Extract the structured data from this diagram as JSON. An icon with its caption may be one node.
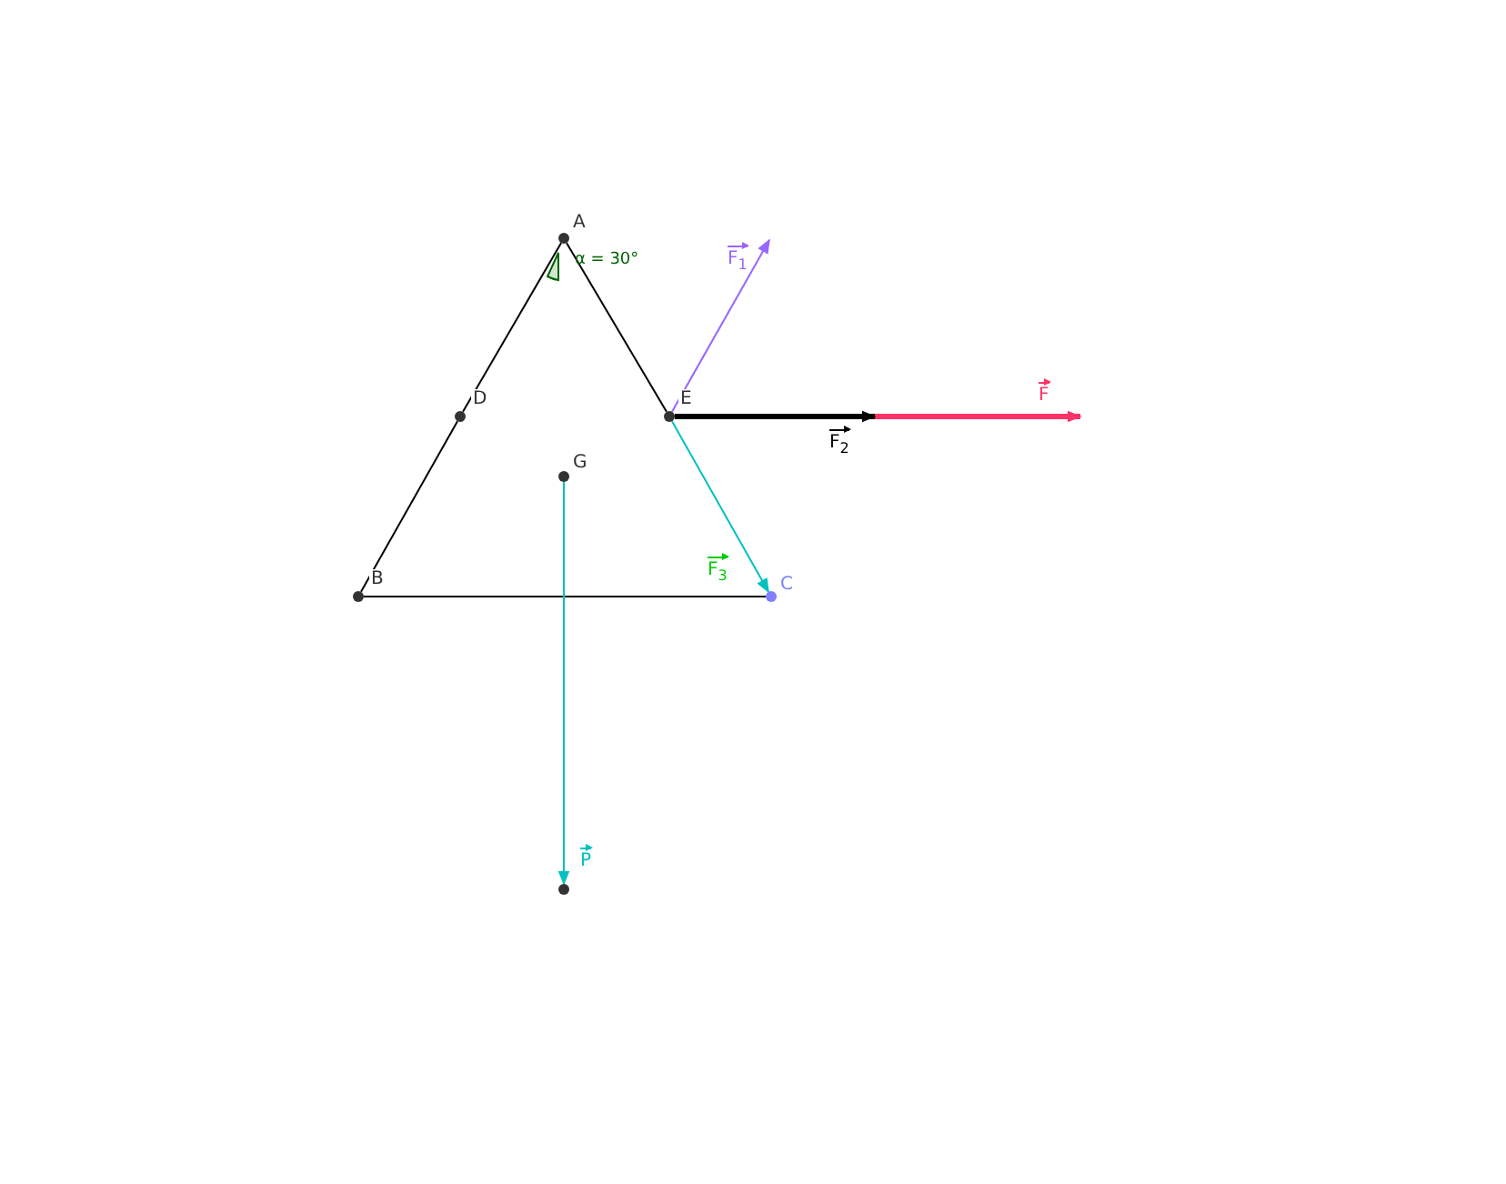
{
  "diagram": {
    "nodes": [
      {
        "text": [
          "A"
        ]
      },
      {
        "text": [
          "D"
        ]
      },
      {
        "text": [
          "E"
        ]
      },
      {
        "text": [
          "G"
        ]
      },
      {
        "text": [
          "B"
        ]
      },
      {
        "text": [
          "C"
        ]
      },
      {
        "text": [],
        "shape": "circle"
      }
    ],
    "edges": [
      {
        "from": 0,
        "to": 1,
        "arrow": "none"
      },
      {
        "from": 1,
        "to": 4,
        "arrow": "none"
      },
      {
        "from": 4,
        "to": 5,
        "arrow": "none"
      },
      {
        "from": 0,
        "to": 2,
        "arrow": "none"
      },
      {
        "from": 2,
        "to": null,
        "arrow": "to",
        "label": "F",
        "style": "thick",
        "color": "#ff3366"
      },
      {
        "from": 2,
        "to": null,
        "arrow": "to",
        "label": "F$_{2}$",
        "style": "thick"
      },
      {
        "from": 2,
        "to": null,
        "arrow": "to",
        "label": "F$_{1}$",
        "color": "#9966ff"
      },
      {
        "from": 2,
        "to": 5,
        "arrow": "to",
        "label": "F$_{3}$",
        "color": "#00c0c0"
      },
      {
        "from": 3,
        "to": 6,
        "arrow": "to",
        "label": "P",
        "color": "#00c0c0"
      }
    ],
    "labels": [
      "α = 30°"
    ]
  }
}
